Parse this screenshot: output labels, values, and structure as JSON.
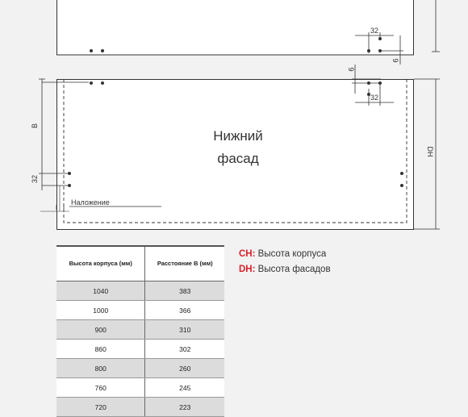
{
  "diagram": {
    "title_line1": "Нижний",
    "title_line2": "фасад",
    "dim_32_top": "32",
    "dim_9_right": "9",
    "dim_9_left": "9",
    "dim_32_mid": "32",
    "dim_b": "B",
    "dim_dh": "DH",
    "dim_32_left": "32",
    "overlay_label": "Наложение"
  },
  "legend": {
    "ch_key": "CH:",
    "ch_text": " Высота корпуса",
    "dh_key": "DH:",
    "dh_text": " Высота фасадов"
  },
  "table": {
    "headers": [
      "Высота корпуса (мм)",
      "Расстояние B (мм)"
    ],
    "rows": [
      [
        "1040",
        "383"
      ],
      [
        "1000",
        "366"
      ],
      [
        "900",
        "310"
      ],
      [
        "860",
        "302"
      ],
      [
        "800",
        "260"
      ],
      [
        "760",
        "245"
      ],
      [
        "720",
        "223"
      ]
    ]
  },
  "colors": {
    "accent_red": "#d8202a",
    "line": "#333333",
    "row_alt": "#dcdcdc"
  }
}
